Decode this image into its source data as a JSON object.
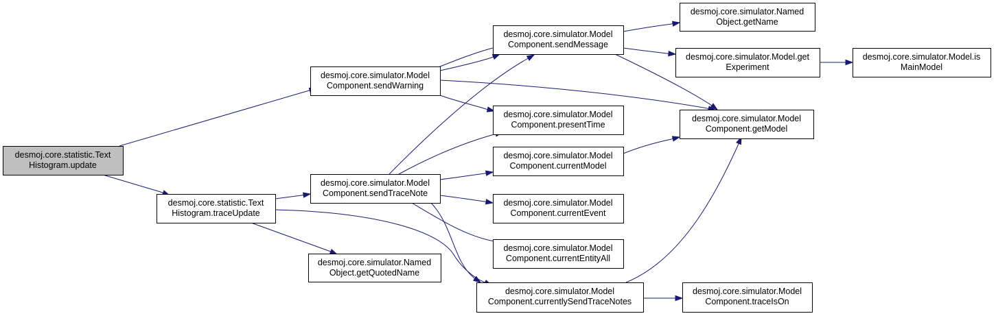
{
  "diagram": {
    "colors": {
      "edge": "#191970",
      "root_fill": "#bfbfbf",
      "node_fill": "#ffffff",
      "node_border": "#000000"
    },
    "nodes": [
      {
        "id": "n0",
        "lines": [
          "desmoj.core.statistic.Text",
          "Histogram.update"
        ],
        "root": true
      },
      {
        "id": "n1",
        "lines": [
          "desmoj.core.simulator.Model",
          "Component.sendWarning"
        ]
      },
      {
        "id": "n2",
        "lines": [
          "desmoj.core.statistic.Text",
          "Histogram.traceUpdate"
        ]
      },
      {
        "id": "n3",
        "lines": [
          "desmoj.core.simulator.Model",
          "Component.sendTraceNote"
        ]
      },
      {
        "id": "n4",
        "lines": [
          "desmoj.core.simulator.Named",
          "Object.getQuotedName"
        ]
      },
      {
        "id": "n5",
        "lines": [
          "desmoj.core.simulator.Model",
          "Component.currentlySendTraceNotes"
        ]
      },
      {
        "id": "n6",
        "lines": [
          "desmoj.core.simulator.Model",
          "Component.sendMessage"
        ]
      },
      {
        "id": "n7",
        "lines": [
          "desmoj.core.simulator.Model",
          "Component.presentTime"
        ]
      },
      {
        "id": "n8",
        "lines": [
          "desmoj.core.simulator.Model",
          "Component.currentModel"
        ]
      },
      {
        "id": "n9",
        "lines": [
          "desmoj.core.simulator.Model",
          "Component.currentEvent"
        ]
      },
      {
        "id": "n10",
        "lines": [
          "desmoj.core.simulator.Model",
          "Component.currentEntityAll"
        ]
      },
      {
        "id": "n11",
        "lines": [
          "desmoj.core.simulator.Named",
          "Object.getName"
        ]
      },
      {
        "id": "n12",
        "lines": [
          "desmoj.core.simulator.Model.get",
          "Experiment"
        ]
      },
      {
        "id": "n13",
        "lines": [
          "desmoj.core.simulator.Model",
          "Component.getModel"
        ]
      },
      {
        "id": "n14",
        "lines": [
          "desmoj.core.simulator.Model",
          "Component.traceIsOn"
        ]
      },
      {
        "id": "n15",
        "lines": [
          "desmoj.core.simulator.Model.is",
          "MainModel"
        ]
      }
    ],
    "edges": [
      {
        "from": "n0",
        "to": "n1"
      },
      {
        "from": "n0",
        "to": "n2"
      },
      {
        "from": "n1",
        "to": "n6"
      },
      {
        "from": "n1",
        "to": "n7"
      },
      {
        "from": "n1",
        "to": "n13"
      },
      {
        "from": "n2",
        "to": "n3"
      },
      {
        "from": "n2",
        "to": "n4"
      },
      {
        "from": "n2",
        "to": "n5"
      },
      {
        "from": "n3",
        "to": "n6"
      },
      {
        "from": "n3",
        "to": "n7"
      },
      {
        "from": "n3",
        "to": "n8"
      },
      {
        "from": "n3",
        "to": "n9"
      },
      {
        "from": "n3",
        "to": "n10"
      },
      {
        "from": "n3",
        "to": "n5"
      },
      {
        "from": "n6",
        "to": "n1"
      },
      {
        "from": "n6",
        "to": "n11"
      },
      {
        "from": "n6",
        "to": "n12"
      },
      {
        "from": "n6",
        "to": "n13"
      },
      {
        "from": "n8",
        "to": "n13"
      },
      {
        "from": "n5",
        "to": "n13"
      },
      {
        "from": "n5",
        "to": "n14"
      },
      {
        "from": "n12",
        "to": "n15"
      }
    ]
  }
}
